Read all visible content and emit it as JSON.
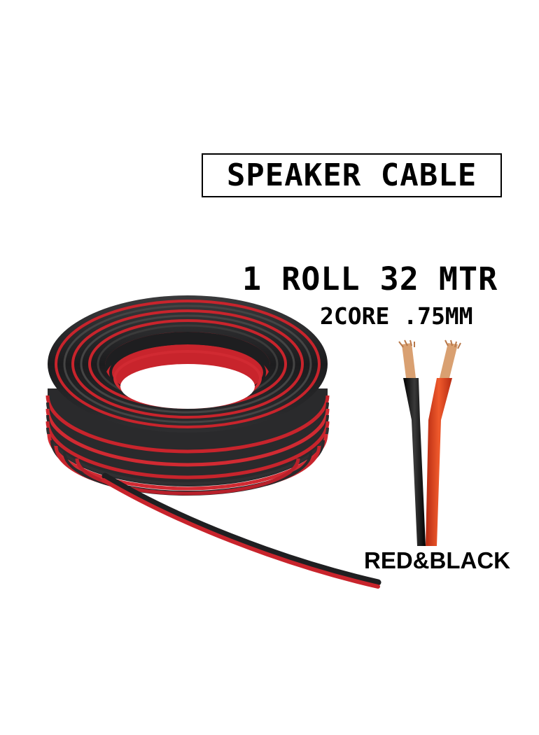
{
  "product": {
    "title": "SPEAKER CABLE",
    "length_text": "1 ROLL 32 MTR",
    "spec_text": "2CORE .75MM",
    "color_text": "RED&BLACK"
  },
  "colors": {
    "red_core": "#e0401f",
    "black_core": "#1a1a1a",
    "coil_red": "#c8242c",
    "coil_black": "#2a2a2c",
    "copper": "#d9a071"
  }
}
